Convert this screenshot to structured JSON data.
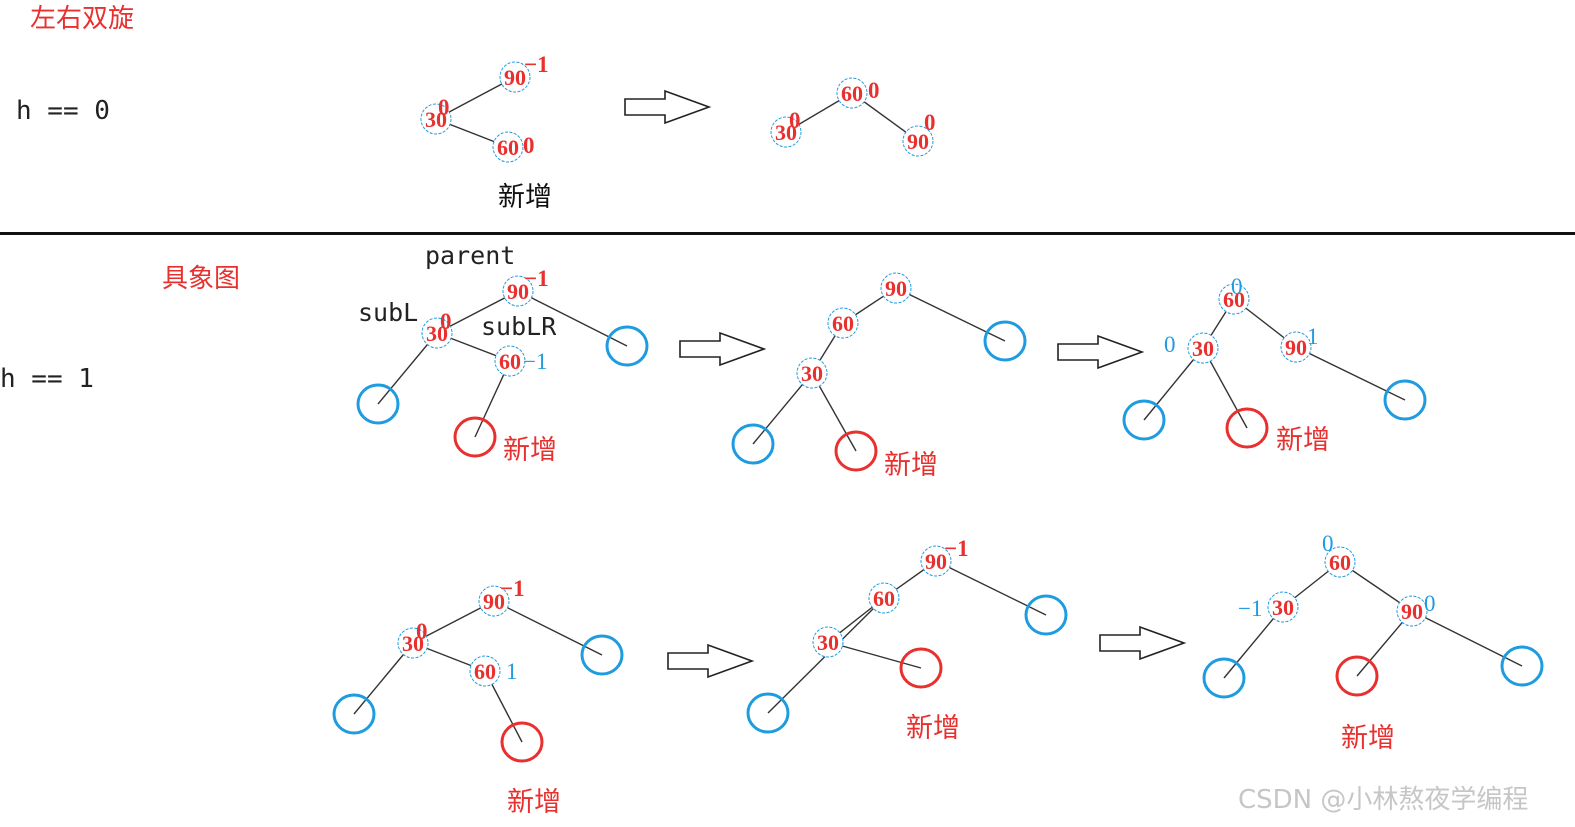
{
  "title": "左右双旋",
  "concrete_title": "具象图",
  "case_h0_label": "h == 0",
  "case_h1_label": "h == 1",
  "added_label": "新增",
  "pointer_labels": {
    "parent": "parent",
    "subL": "subL",
    "subLR": "subLR"
  },
  "watermark": "CSDN @小林熬夜学编程",
  "colors": {
    "red": "#e8302f",
    "blue": "#1f9be0",
    "black": "#111111",
    "line": "#333333"
  },
  "diagrams": [
    {
      "id": "h0-before",
      "nodes": [
        {
          "label": "90",
          "bf": "−1",
          "bf_color": "red"
        },
        {
          "label": "30",
          "bf": "0",
          "bf_color": "red"
        },
        {
          "label": "60",
          "bf": "0",
          "bf_color": "red"
        }
      ]
    },
    {
      "id": "h0-after",
      "nodes": [
        {
          "label": "60",
          "bf": "0",
          "bf_color": "red"
        },
        {
          "label": "30",
          "bf": "0",
          "bf_color": "red"
        },
        {
          "label": "90",
          "bf": "0",
          "bf_color": "red"
        }
      ]
    },
    {
      "id": "h1-a-before",
      "nodes": [
        {
          "label": "90",
          "bf": "−1",
          "bf_color": "red"
        },
        {
          "label": "30",
          "bf": "0",
          "bf_color": "red"
        },
        {
          "label": "60",
          "bf": "−1",
          "bf_color": "blue"
        }
      ]
    },
    {
      "id": "h1-a-mid",
      "nodes": [
        {
          "label": "90",
          "bf": "",
          "bf_color": "red"
        },
        {
          "label": "60",
          "bf": "",
          "bf_color": "red"
        },
        {
          "label": "30",
          "bf": "",
          "bf_color": "red"
        }
      ]
    },
    {
      "id": "h1-a-after",
      "nodes": [
        {
          "label": "60",
          "bf": "0",
          "bf_color": "blue"
        },
        {
          "label": "30",
          "bf": "0",
          "bf_color": "blue"
        },
        {
          "label": "90",
          "bf": "1",
          "bf_color": "blue"
        }
      ]
    },
    {
      "id": "h1-b-before",
      "nodes": [
        {
          "label": "90",
          "bf": "−1",
          "bf_color": "red"
        },
        {
          "label": "30",
          "bf": "0",
          "bf_color": "red"
        },
        {
          "label": "60",
          "bf": "1",
          "bf_color": "blue"
        }
      ]
    },
    {
      "id": "h1-b-mid",
      "nodes": [
        {
          "label": "90",
          "bf": "−1",
          "bf_color": "red"
        },
        {
          "label": "60",
          "bf": "",
          "bf_color": "red"
        },
        {
          "label": "30",
          "bf": "",
          "bf_color": "red"
        }
      ]
    },
    {
      "id": "h1-b-after",
      "nodes": [
        {
          "label": "60",
          "bf": "0",
          "bf_color": "blue"
        },
        {
          "label": "30",
          "bf": "−1",
          "bf_color": "blue"
        },
        {
          "label": "90",
          "bf": "0",
          "bf_color": "blue"
        }
      ]
    }
  ]
}
